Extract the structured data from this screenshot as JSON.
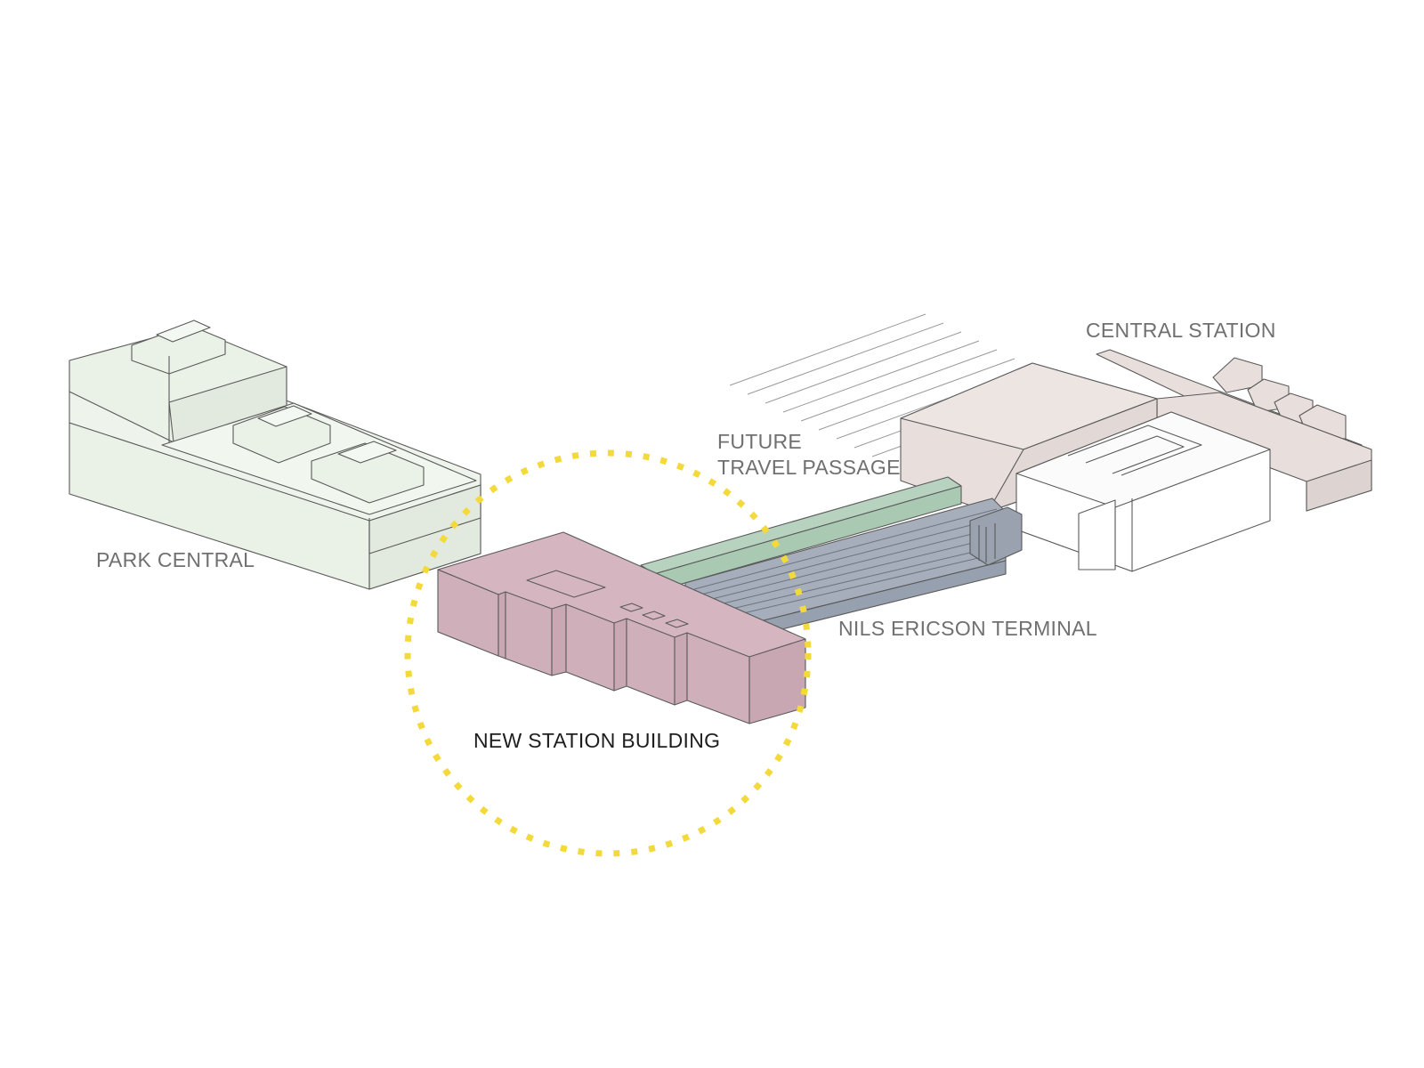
{
  "labels": {
    "park_central": "PARK CENTRAL",
    "future_travel_passage_line1": "FUTURE",
    "future_travel_passage_line2": "TRAVEL PASSAGE",
    "central_station": "CENTRAL STATION",
    "nils_ericson_terminal": "NILS ERICSON TERMINAL",
    "new_station_building": "NEW STATION BUILDING"
  },
  "colors": {
    "park_central_fill": "#eaf1e7",
    "travel_passage_fill": "#b7d3bf",
    "terminal_fill": "#a7aebb",
    "new_station_fill": "#d5b6c0",
    "central_station_fill": "#e8dfdc",
    "highlight_circle": "#f3da3a",
    "outline": "#5a5a5a",
    "label_grey": "#707070",
    "label_dark": "#1e1e1e"
  }
}
